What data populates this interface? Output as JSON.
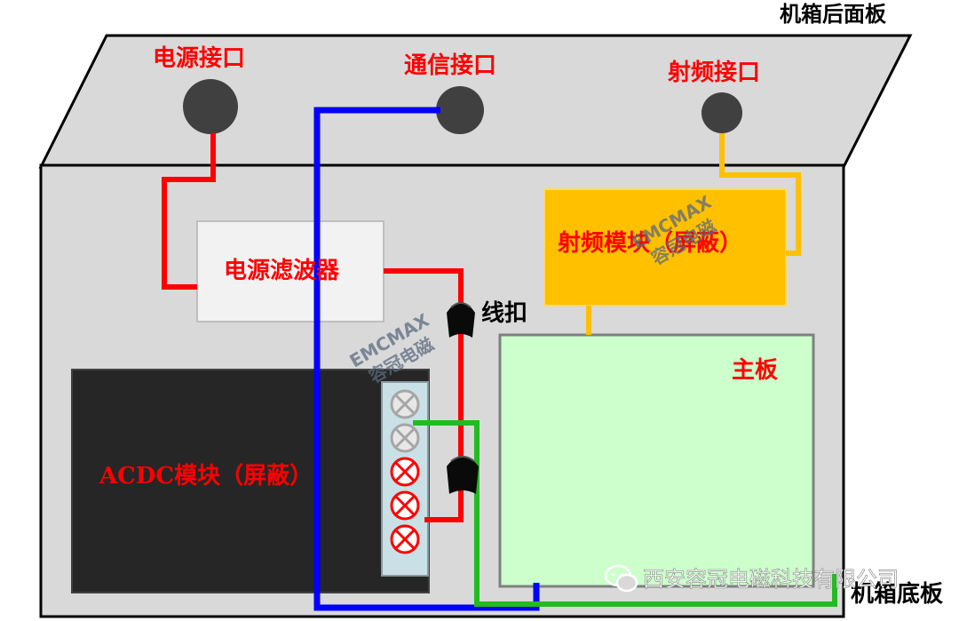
{
  "labels": {
    "rear_panel": "机箱后面板",
    "bottom_panel": "机箱底板",
    "power_port": "电源接口",
    "comm_port": "通信接口",
    "rf_port": "射频接口",
    "power_filter": "电源滤波器",
    "rf_module": "射频模块（屏蔽）",
    "cable_clip": "线扣",
    "main_board": "主板",
    "acdc_module": "ACDC模块（屏蔽）"
  },
  "watermark": {
    "brand": "EMCMAX",
    "name": "容冠电磁",
    "company": "西安容冠电磁科技有限公司"
  },
  "colors": {
    "power_wire": "#ff0000",
    "comm_wire": "#0000ff",
    "rf_wire": "#ffc000",
    "ground_wire": "#22bb22",
    "rf_module_fill": "#ffc000",
    "main_board_fill": "#ccffcc",
    "acdc_fill": "#262626",
    "label_red": "#ff0000",
    "panel_fill": "#d9d9d9"
  },
  "terminal_block": {
    "terminals": [
      "gray",
      "gray",
      "red",
      "red",
      "red"
    ]
  }
}
